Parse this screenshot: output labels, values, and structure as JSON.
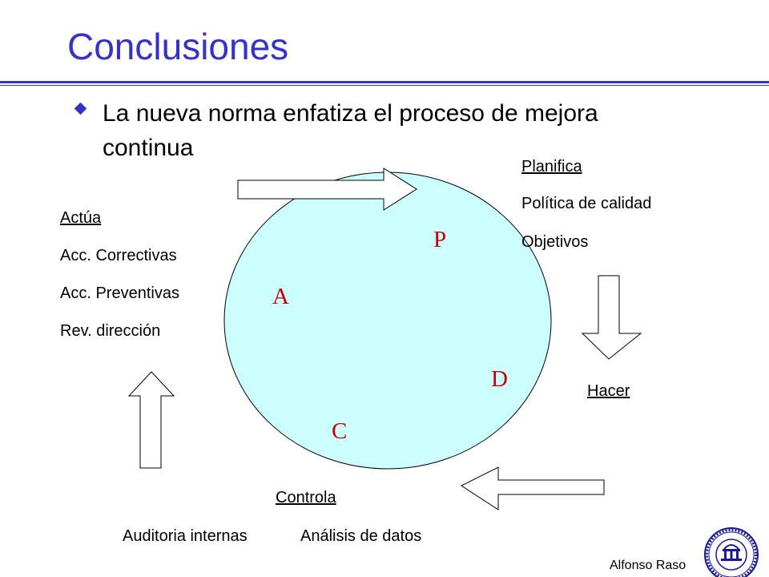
{
  "slide": {
    "title": "Conclusiones",
    "bullet": "La nueva norma enfatiza el proceso de mejora continua"
  },
  "cycle": {
    "letters": {
      "p": "P",
      "a": "A",
      "d": "D",
      "c": "C"
    },
    "circle_fill": "#ccffff"
  },
  "planifica": {
    "heading": "Planifica",
    "items": [
      "Política de calidad",
      "Objetivos"
    ]
  },
  "actua": {
    "heading": "Actúa",
    "items": [
      "Acc. Correctivas",
      "Acc. Preventivas",
      "Rev. dirección"
    ]
  },
  "hacer": {
    "heading": "Hacer"
  },
  "controla": {
    "heading": "Controla",
    "items": [
      "Auditoria internas",
      "Análisis de datos"
    ]
  },
  "footer": {
    "author": "Alfonso Raso"
  },
  "colors": {
    "accent": "#3333cc",
    "letter": "#cc0000",
    "seal": "#1a1a99"
  },
  "icons": {
    "bullet": "diamond-bullet-icon",
    "seal": "university-seal-icon"
  }
}
